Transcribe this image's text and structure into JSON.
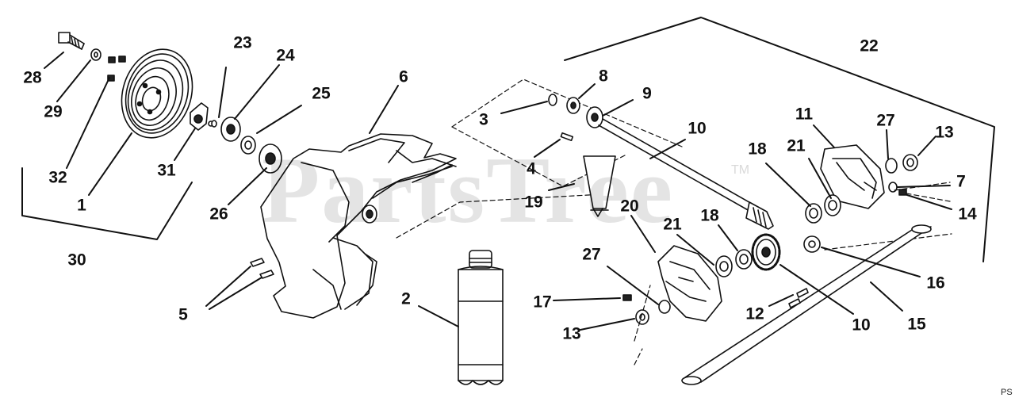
{
  "diagram": {
    "watermark": "PartsTree",
    "trademark": "TM",
    "corner_code": "PS"
  },
  "callouts": [
    {
      "id": "c28",
      "text": "28"
    },
    {
      "id": "c29",
      "text": "29"
    },
    {
      "id": "c32",
      "text": "32"
    },
    {
      "id": "c1",
      "text": "1"
    },
    {
      "id": "c30",
      "text": "30"
    },
    {
      "id": "c31",
      "text": "31"
    },
    {
      "id": "c23",
      "text": "23"
    },
    {
      "id": "c24",
      "text": "24"
    },
    {
      "id": "c25",
      "text": "25"
    },
    {
      "id": "c26",
      "text": "26"
    },
    {
      "id": "c6",
      "text": "6"
    },
    {
      "id": "c5",
      "text": "5"
    },
    {
      "id": "c2",
      "text": "2"
    },
    {
      "id": "c3",
      "text": "3"
    },
    {
      "id": "c8",
      "text": "8"
    },
    {
      "id": "c9",
      "text": "9"
    },
    {
      "id": "c4",
      "text": "4"
    },
    {
      "id": "c10a",
      "text": "10"
    },
    {
      "id": "c19",
      "text": "19"
    },
    {
      "id": "c20",
      "text": "20"
    },
    {
      "id": "c21a",
      "text": "21"
    },
    {
      "id": "c18a",
      "text": "18"
    },
    {
      "id": "c27a",
      "text": "27"
    },
    {
      "id": "c17",
      "text": "17"
    },
    {
      "id": "c13a",
      "text": "13"
    },
    {
      "id": "c12",
      "text": "12"
    },
    {
      "id": "c10b",
      "text": "10"
    },
    {
      "id": "c15",
      "text": "15"
    },
    {
      "id": "c16",
      "text": "16"
    },
    {
      "id": "c22",
      "text": "22"
    },
    {
      "id": "c11",
      "text": "11"
    },
    {
      "id": "c27b",
      "text": "27"
    },
    {
      "id": "c13b",
      "text": "13"
    },
    {
      "id": "c18b",
      "text": "18"
    },
    {
      "id": "c21b",
      "text": "21"
    },
    {
      "id": "c7",
      "text": "7"
    },
    {
      "id": "c14",
      "text": "14"
    }
  ]
}
